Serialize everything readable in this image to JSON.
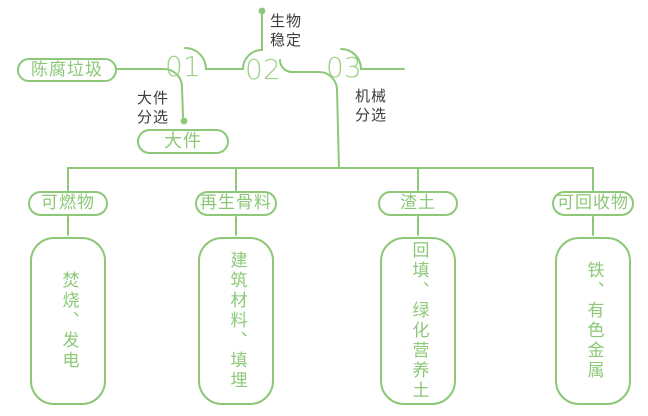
{
  "diagram": {
    "title_implicit": "陈腐垃圾处理流程",
    "source": {
      "label": "陈腐垃圾"
    },
    "steps": [
      {
        "number": "01",
        "label_line1": "大件",
        "label_line2": "分选",
        "output": "大件"
      },
      {
        "number": "02",
        "label_line1": "生物",
        "label_line2": "稳定"
      },
      {
        "number": "03",
        "label_line1": "机械",
        "label_line2": "分选"
      }
    ],
    "branches": [
      {
        "category": "可燃物",
        "result": "焚烧、发电"
      },
      {
        "category": "再生骨料",
        "result": "建筑材料、填埋"
      },
      {
        "category": "渣土",
        "result": "回填、绿化营养土"
      },
      {
        "category": "可回收物",
        "result": "铁、有色金属"
      }
    ],
    "colors": {
      "line": "#8cc878",
      "number": "#9cd189",
      "label_text": "#3d3d3d",
      "background": "#ffffff"
    }
  }
}
